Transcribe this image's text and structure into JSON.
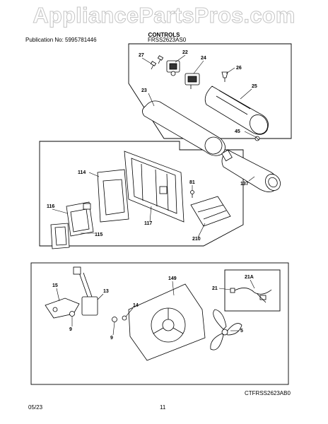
{
  "watermark": "AppliancePartsPros.com",
  "header": {
    "publication": "Publication No: 5995781446",
    "model": "FRSS2623AS0",
    "section_title": "CONTROLS"
  },
  "callouts": {
    "p27": "27",
    "p22": "22",
    "p24": "24",
    "p26": "26",
    "p23": "23",
    "p25": "25",
    "p45": "45",
    "p114": "114",
    "p81": "81",
    "p137": "137",
    "p116": "116",
    "p117": "117",
    "p115": "115",
    "p210": "210",
    "p149": "149",
    "p21A": "21A",
    "p21": "21",
    "p15": "15",
    "p13": "13",
    "p14": "14",
    "p9a": "9",
    "p9b": "9",
    "p5": "5"
  },
  "drawing_code": "CTFRSS2623AB0",
  "footer": {
    "date": "05/23",
    "page": "11"
  }
}
